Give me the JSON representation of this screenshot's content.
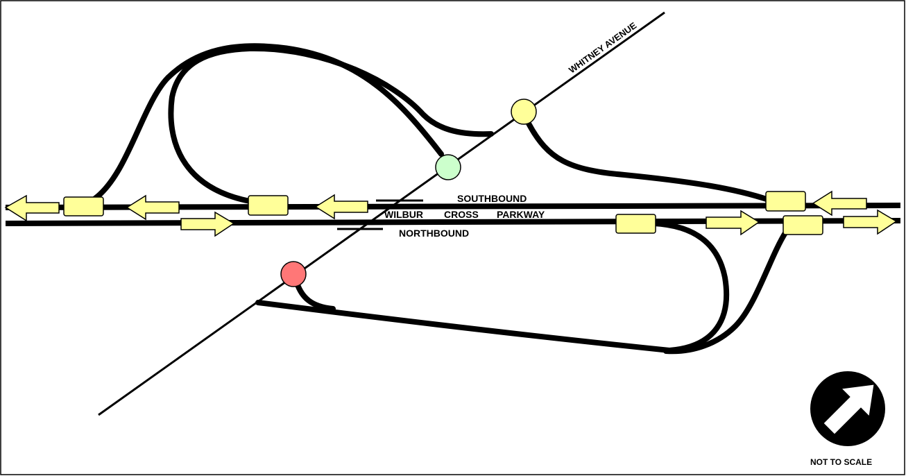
{
  "labels": {
    "road_name": "WHITNEY AVENUE",
    "southbound": "SOUTHBOUND",
    "parkway_word1": "WILBUR",
    "parkway_word2": "CROSS",
    "parkway_word3": "PARKWAY",
    "northbound": "NORTHBOUND",
    "not_to_scale": "NOT TO SCALE"
  },
  "colors": {
    "road": "#000000",
    "ramp_box": "#ffff99",
    "arrow_fill": "#ffff99",
    "signal_yellow": "#ffff99",
    "signal_green": "#ccffcc",
    "signal_red": "#ff7777"
  },
  "signals": [
    {
      "name": "signal-yellow",
      "color": "yellow"
    },
    {
      "name": "signal-green",
      "color": "green"
    },
    {
      "name": "signal-red",
      "color": "red"
    }
  ],
  "north_arrow_icon": "north-arrow-icon"
}
